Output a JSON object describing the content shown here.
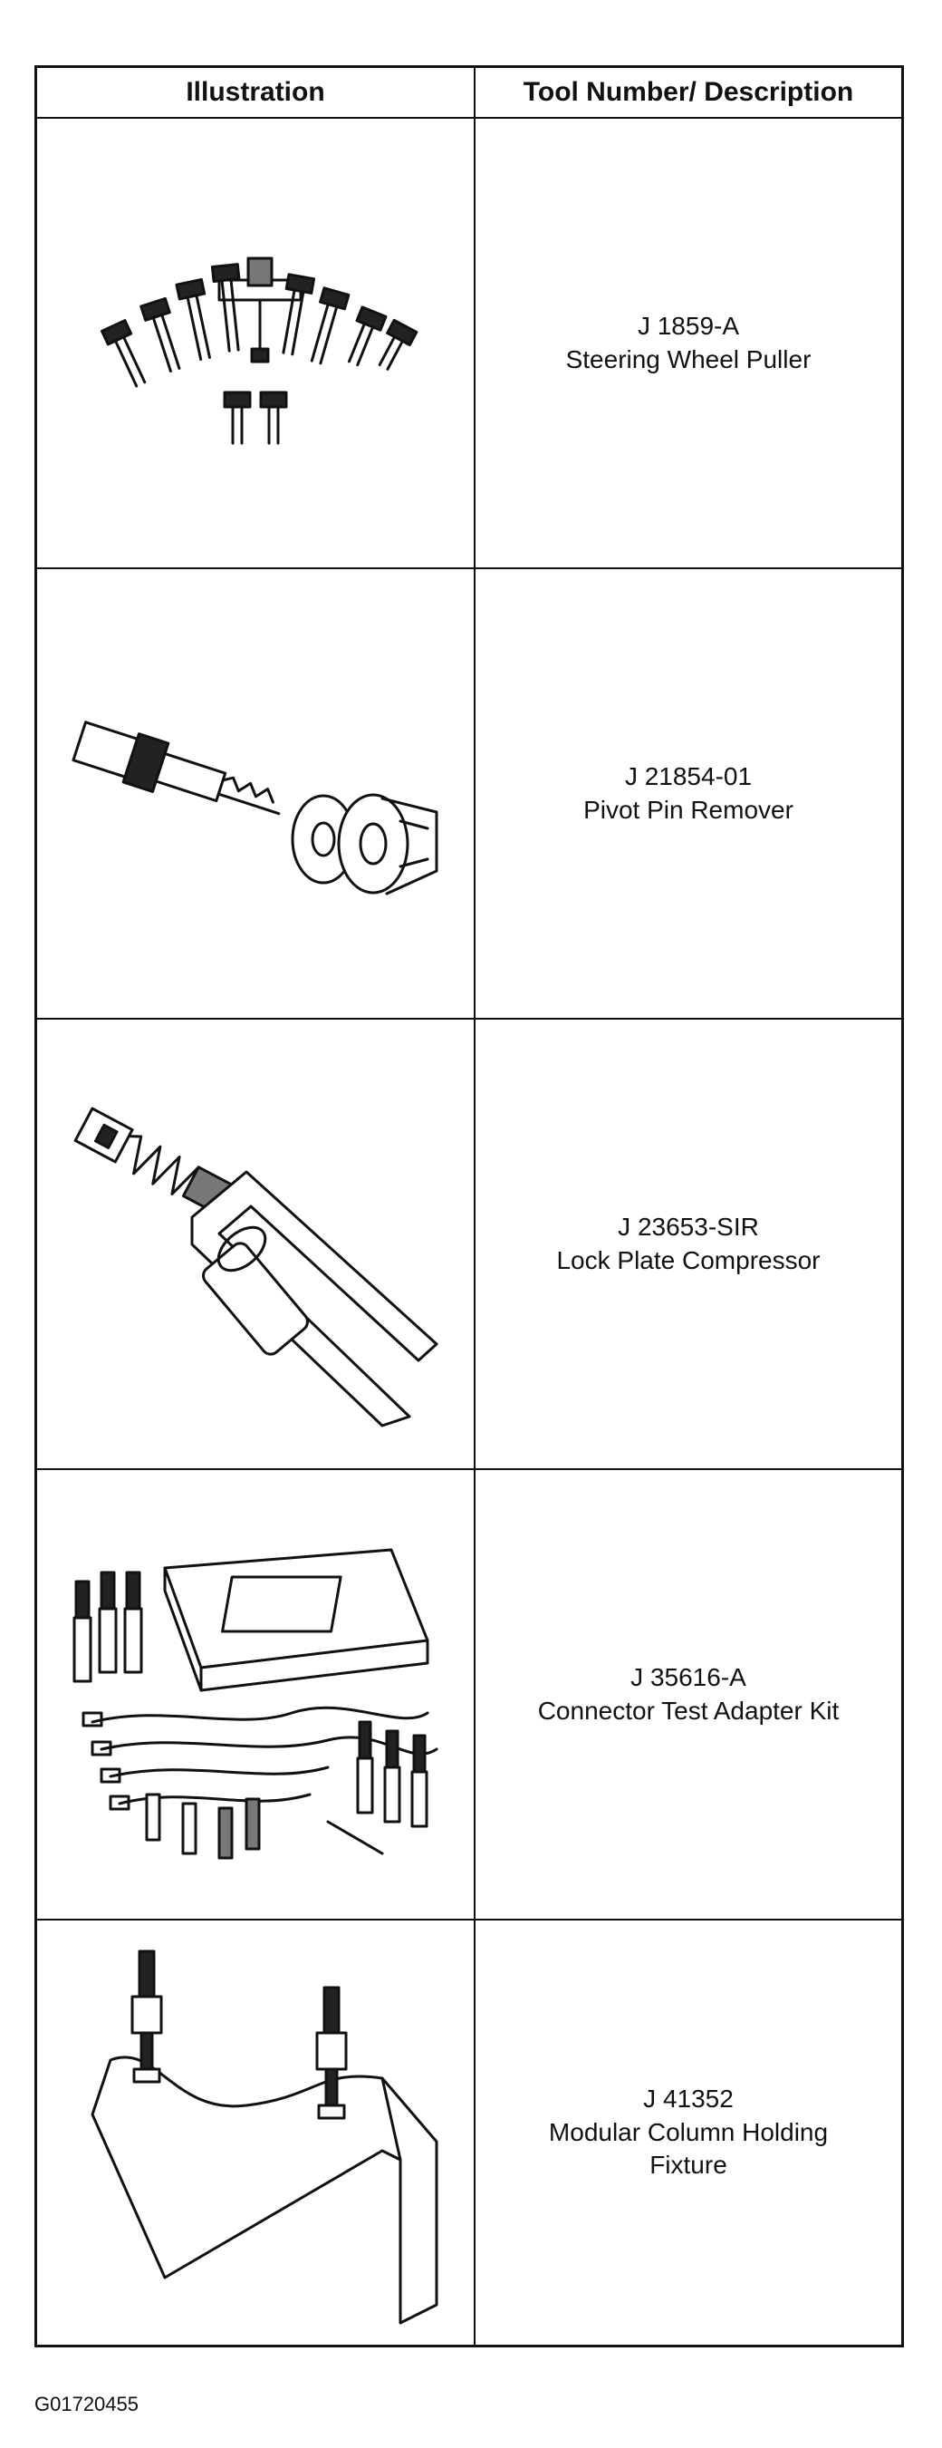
{
  "table": {
    "headers": {
      "illustration": "Illustration",
      "description": "Tool Number/ Description"
    },
    "rows": [
      {
        "number": "J 1859-A",
        "description": "Steering Wheel Puller",
        "icon": "steering-wheel-puller-illustration"
      },
      {
        "number": "J 21854-01",
        "description": "Pivot Pin Remover",
        "icon": "pivot-pin-remover-illustration"
      },
      {
        "number": "J 23653-SIR",
        "description": "Lock Plate Compressor",
        "icon": "lock-plate-compressor-illustration"
      },
      {
        "number": "J 35616-A",
        "description": "Connector Test Adapter Kit",
        "icon": "connector-test-adapter-kit-illustration"
      },
      {
        "number": "J 41352",
        "description_lines": [
          "Modular Column Holding",
          "Fixture"
        ],
        "icon": "modular-column-holding-fixture-illustration"
      }
    ]
  },
  "figure_id": "G01720455"
}
